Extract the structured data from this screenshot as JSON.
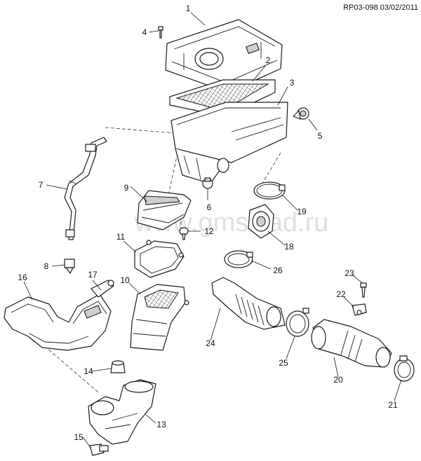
{
  "diagram": {
    "reference": "RP03-098 03/02/2011",
    "watermark": "www.gmsklad.ru",
    "callouts": [
      {
        "id": "1",
        "label": "1"
      },
      {
        "id": "2",
        "label": "2"
      },
      {
        "id": "3",
        "label": "3"
      },
      {
        "id": "4",
        "label": "4"
      },
      {
        "id": "5",
        "label": "5"
      },
      {
        "id": "6",
        "label": "6"
      },
      {
        "id": "7",
        "label": "7"
      },
      {
        "id": "8",
        "label": "8"
      },
      {
        "id": "9",
        "label": "9"
      },
      {
        "id": "10",
        "label": "10"
      },
      {
        "id": "11",
        "label": "11"
      },
      {
        "id": "12",
        "label": "12"
      },
      {
        "id": "13",
        "label": "13"
      },
      {
        "id": "14",
        "label": "14"
      },
      {
        "id": "15",
        "label": "15"
      },
      {
        "id": "16",
        "label": "16"
      },
      {
        "id": "17",
        "label": "17"
      },
      {
        "id": "18",
        "label": "18"
      },
      {
        "id": "19",
        "label": "19"
      },
      {
        "id": "20",
        "label": "20"
      },
      {
        "id": "21",
        "label": "21"
      },
      {
        "id": "22",
        "label": "22"
      },
      {
        "id": "23",
        "label": "23"
      },
      {
        "id": "24",
        "label": "24"
      },
      {
        "id": "25",
        "label": "25"
      },
      {
        "id": "26",
        "label": "26"
      }
    ]
  }
}
